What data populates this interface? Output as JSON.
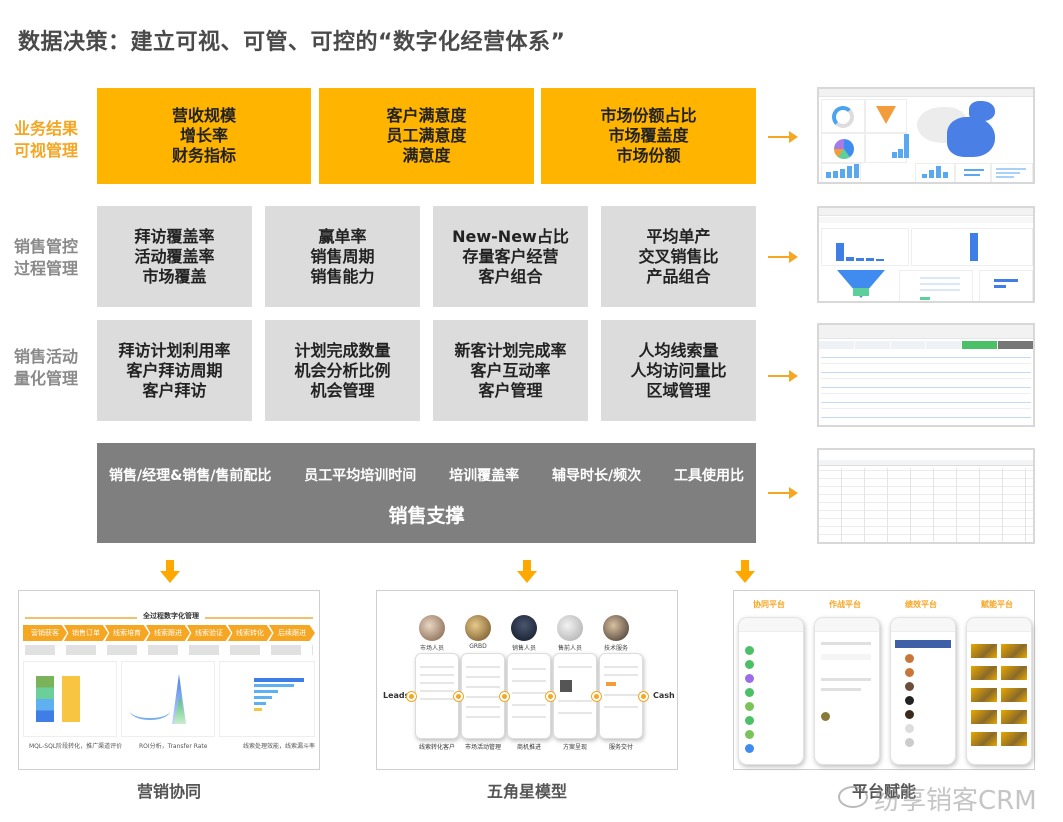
{
  "title": "数据决策：建立可视、可管、可控的“数字化经营体系”",
  "rows": [
    {
      "label_line1": "业务结果",
      "label_line2": "可视管理",
      "boxes": [
        [
          "营收规模",
          "增长率",
          "财务指标"
        ],
        [
          "客户满意度",
          "员工满意度",
          "满意度"
        ],
        [
          "市场份额占比",
          "市场覆盖度",
          "市场份额"
        ]
      ]
    },
    {
      "label_line1": "销售管控",
      "label_line2": "过程管理",
      "boxes": [
        [
          "拜访覆盖率",
          "活动覆盖率",
          "市场覆盖"
        ],
        [
          "赢单率",
          "销售周期",
          "销售能力"
        ],
        [
          "New-New占比",
          "存量客户经营",
          "客户组合"
        ],
        [
          "平均单产",
          "交叉销售比",
          "产品组合"
        ]
      ]
    },
    {
      "label_line1": "销售活动",
      "label_line2": "量化管理",
      "boxes": [
        [
          "拜访计划利用率",
          "客户拜访周期",
          "客户拜访"
        ],
        [
          "计划完成数量",
          "机会分析比例",
          "机会管理"
        ],
        [
          "新客计划完成率",
          "客户互动率",
          "客户管理"
        ],
        [
          "人均线索量",
          "人均访问量比",
          "区域管理"
        ]
      ]
    }
  ],
  "support": {
    "items": [
      "销售/经理&销售/售前配比",
      "员工平均培训时间",
      "培训覆盖率",
      "辅导时长/频次",
      "工具使用比"
    ],
    "title": "销售支撑"
  },
  "thumbnails": [
    {
      "name": "dashboard-overview"
    },
    {
      "name": "sales-process-dashboard"
    },
    {
      "name": "activity-kanban"
    },
    {
      "name": "support-table"
    }
  ],
  "bottom_panels": {
    "marketing": {
      "caption": "营销协同",
      "header": "全过程数字化管理",
      "steps": [
        "营销获客",
        "销售订单",
        "线索培育",
        "线索跟进",
        "线索验证",
        "线索转化",
        "后续跟进"
      ],
      "notes": [
        "MQL-SQL阶段转化，推广渠道评价",
        "ROI分析，Transfer Rate",
        "线索处理效能，线索漏斗率"
      ]
    },
    "pentagram": {
      "caption": "五角星模型",
      "roles": [
        "市场人员",
        "GRBD",
        "销售人员",
        "售前人员",
        "技术服务"
      ],
      "start": "Leads",
      "end": "Cash",
      "steps": [
        "线索转化客户",
        "市场活动管理",
        "商机推进",
        "方案呈现",
        "服务交付"
      ]
    },
    "platforms": {
      "caption": "平台赋能",
      "titles": [
        "协同平台",
        "作战平台",
        "绩效平台",
        "赋能平台"
      ]
    }
  },
  "watermark": "纷享销客CRM",
  "colors": {
    "orange": "#ffb400",
    "gray_box": "#dcdcdc",
    "support_bg": "#7f7f7f",
    "label_orange": "#f5a623",
    "label_gray": "#8a8a8a"
  }
}
